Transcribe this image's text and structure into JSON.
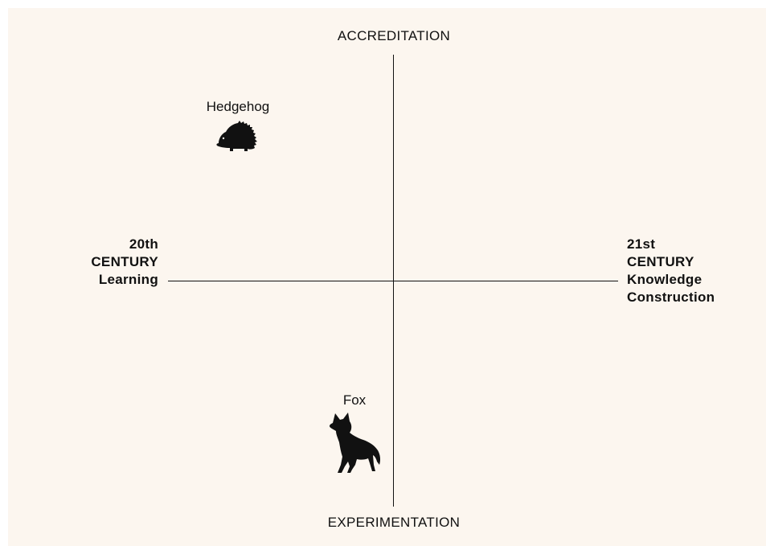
{
  "axes": {
    "top": "ACCREDITATION",
    "bottom": "EXPERIMENTATION",
    "left": [
      "20th",
      "CENTURY",
      "Learning"
    ],
    "right": [
      "21st",
      "CENTURY",
      "Knowledge",
      "Construction"
    ]
  },
  "animals": {
    "hedgehog": {
      "label": "Hedgehog",
      "icon": "hedgehog-icon"
    },
    "fox": {
      "label": "Fox",
      "icon": "fox-icon"
    }
  },
  "colors": {
    "background": "#fcf6ef",
    "ink": "#111111"
  }
}
